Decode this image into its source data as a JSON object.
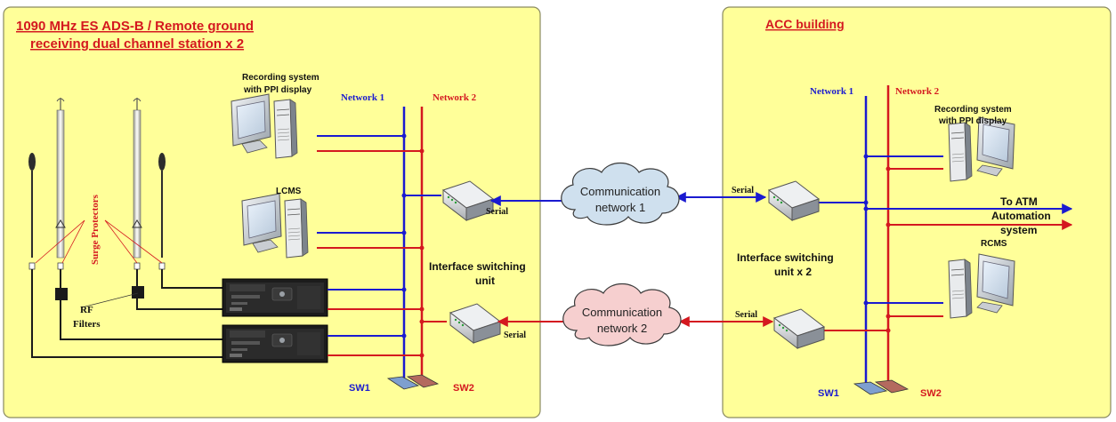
{
  "left_panel": {
    "title_line1": "1090 MHz ES ADS-B / Remote ground",
    "title_line2": "receiving dual channel station x 2",
    "recording_label_1": "Recording system",
    "recording_label_2": "with PPI display",
    "lcms_label": "LCMS",
    "network1_label": "Network 1",
    "network2_label": "Network 2",
    "surge_label": "Surge Protectors",
    "rf_label_1": "RF",
    "rf_label_2": "Filters",
    "isu_label_1": "Interface switching",
    "isu_label_2": "unit",
    "serial_label_1": "Serial",
    "serial_label_2": "Serial",
    "sw1_label": "SW1",
    "sw2_label": "SW2"
  },
  "clouds": {
    "cloud1_line1": "Communication",
    "cloud1_line2": "network 1",
    "cloud2_line1": "Communication",
    "cloud2_line2": "network 2"
  },
  "right_panel": {
    "title": "ACC building",
    "network1_label": "Network 1",
    "network2_label": "Network 2",
    "recording_label_1": "Recording system",
    "recording_label_2": "with PPI display",
    "serial_label_1": "Serial",
    "serial_label_2": "Serial",
    "atm_label_1": "To ATM",
    "atm_label_2": "Automation",
    "atm_label_3": "system",
    "rcms_label": "RCMS",
    "isu_label_1": "Interface switching",
    "isu_label_2": "unit x 2",
    "sw1_label": "SW1",
    "sw2_label": "SW2"
  },
  "colors": {
    "panel_fill": "#ffff99",
    "network1": "#1a1ad0",
    "network2": "#d4181f",
    "cloud1_fill": "#cfe0ee",
    "cloud2_fill": "#f6cfcf"
  }
}
